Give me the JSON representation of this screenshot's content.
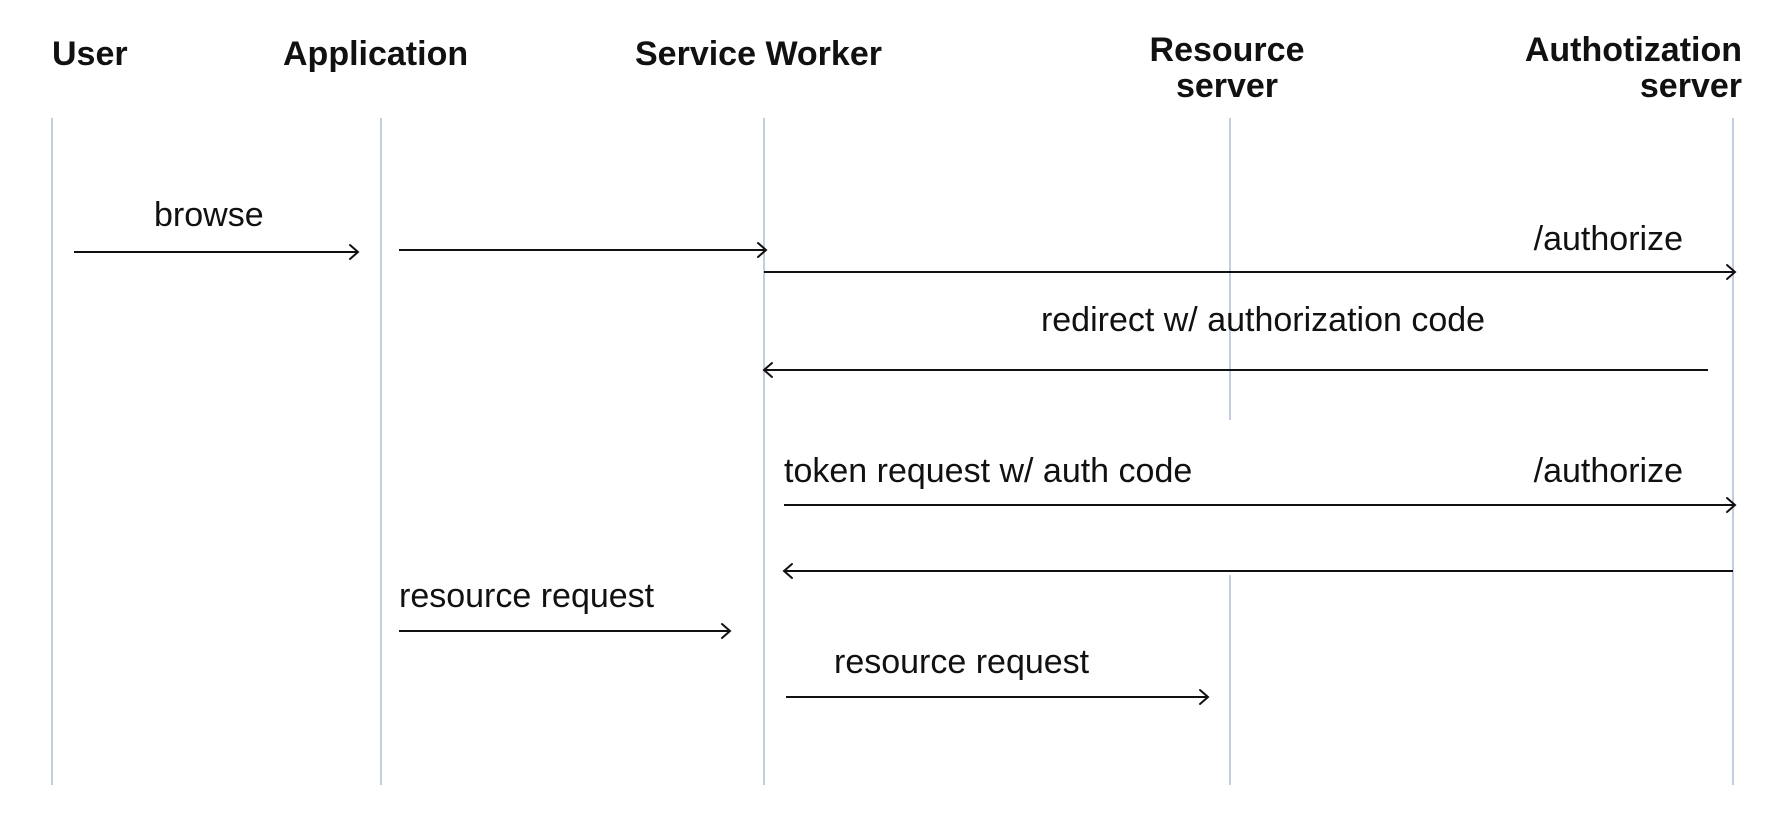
{
  "actors": {
    "user": "User",
    "application": "Application",
    "service_worker": "Service Worker",
    "resource_server": [
      "Resource",
      "server"
    ],
    "authorization_server": [
      "Authotization",
      "server"
    ]
  },
  "messages": {
    "browse": "browse",
    "authorize_1": "/authorize",
    "redirect": "redirect w/ authorization code",
    "token_request": "token request w/ auth code",
    "authorize_2": "/authorize",
    "resource_request_app": "resource request",
    "resource_request_sw": "resource request"
  },
  "colors": {
    "lifeline": "#c3cde0",
    "arrow": "#111111",
    "text": "#111111"
  }
}
